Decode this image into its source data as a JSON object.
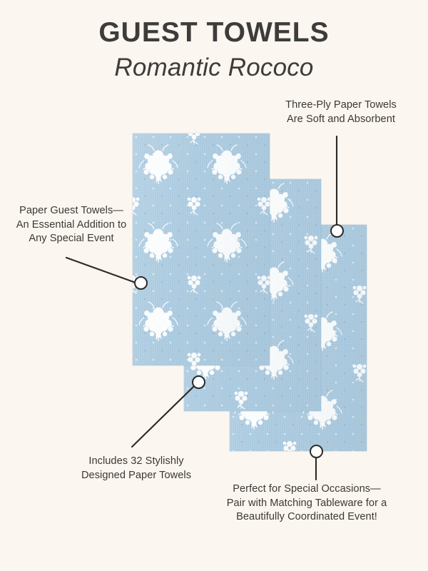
{
  "header": {
    "title": "GUEST TOWELS",
    "subtitle": "Romantic Rococo"
  },
  "colors": {
    "background": "#FBF6F0",
    "text": "#3D3C3A",
    "towel_blue": "#A9C9DF",
    "floral_white": "#FFFFFF",
    "marker_ring": "#2B2A28"
  },
  "product": {
    "towel_count_in_image": 3
  },
  "callouts": [
    {
      "id": "three-ply",
      "text": "Three-Ply Paper Towels\nAre Soft and Absorbent",
      "position": "top-right"
    },
    {
      "id": "essential-addition",
      "text": "Paper Guest Towels—\nAn Essential Addition to\nAny Special Event",
      "position": "left"
    },
    {
      "id": "includes-32",
      "text": "Includes 32 Stylishly\nDesigned Paper Towels",
      "position": "bottom-left"
    },
    {
      "id": "special-occasions",
      "text": "Perfect for Special Occasions—\nPair with Matching Tableware for a\nBeautifully Coordinated Event!",
      "position": "bottom-right"
    }
  ]
}
